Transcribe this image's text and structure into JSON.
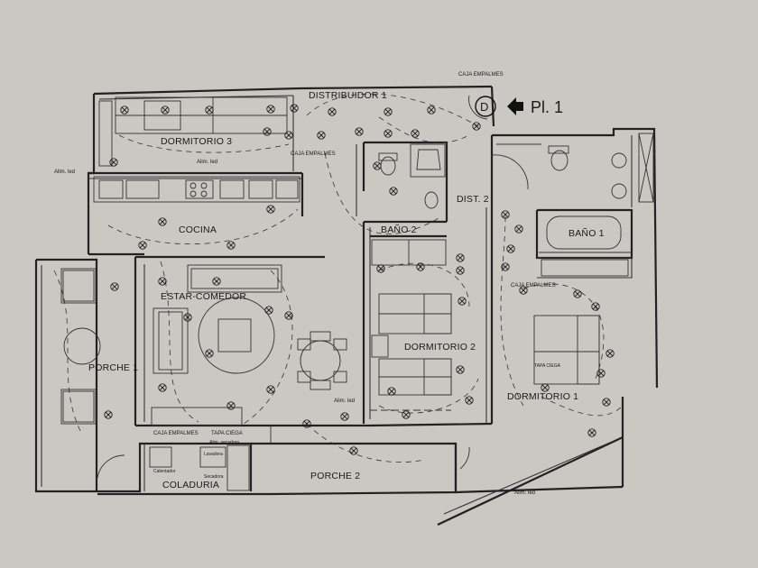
{
  "rooms": {
    "distribuidor1": "DISTRIBUIDOR 1",
    "dormitorio3": "DORMITORIO 3",
    "cocina": "COCINA",
    "estar": "ESTAR-COMEDOR",
    "porche1": "PORCHE 1",
    "bano2": "BAÑO 2",
    "dist2": "DIST. 2",
    "bano1": "BAÑO 1",
    "dormitorio2": "DORMITORIO 2",
    "dormitorio1": "DORMITORIO 1",
    "porche2": "PORCHE 2",
    "coladuria": "COLADURIA"
  },
  "annotations": {
    "caja_empalmes_top": "CAJA EMPALMES",
    "caja_empalmes_mid": "CAJA EMPALMES",
    "caja_empalmes_right": "CAJA EMPALMES",
    "caja_empalmes_bottom": "CAJA EMPALMES",
    "alim_led_left": "Alim. led",
    "alim_led_top": "Alim. led",
    "alim_led_center": "Alim. led",
    "alim_led_bottom": "Alim. led",
    "alim_secadora": "Alim. secadora",
    "tapa_ciega_bottom": "TAPA CIEGA",
    "tapa_ciega_right": "TAPA CIEGA",
    "lavadora": "Lavadora",
    "calentador": "Calentador",
    "secadora": "Secadora"
  },
  "marker": {
    "letter": "D",
    "plan_label": "Pl. 1"
  },
  "icons": [
    "light-fixture-icon",
    "switch-icon",
    "socket-icon",
    "arrow-icon"
  ],
  "colors": {
    "paper": "#c9c8c3",
    "ink": "#222222"
  }
}
